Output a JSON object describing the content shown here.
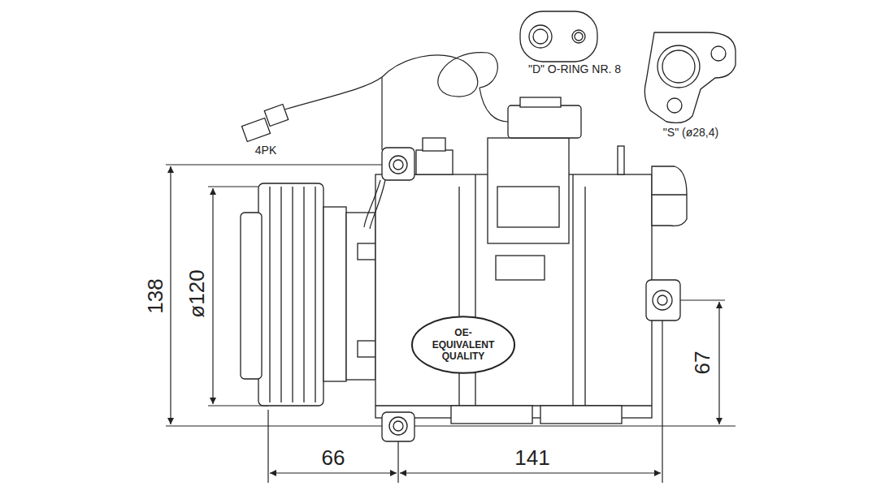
{
  "diagram": {
    "nodes": [
      {
        "text": [
          "OE- EQUIVALENT QUALITY"
        ]
      }
    ],
    "labels": [
      "\"D\" O-RING NR. 8",
      "\"S\" (ø28,4)",
      "4PK",
      "138",
      "ø120",
      "67",
      "66",
      "141"
    ]
  }
}
